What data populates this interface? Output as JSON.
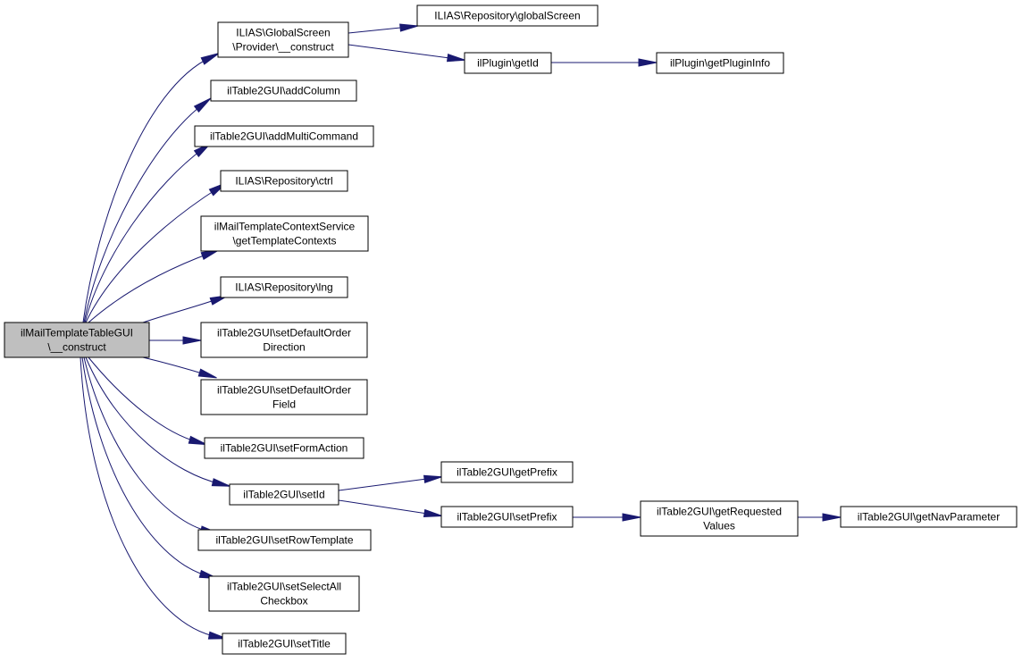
{
  "graph": {
    "nodes": [
      {
        "id": "root",
        "lines": [
          "ilMailTemplateTableGUI",
          "\\__construct"
        ],
        "highlighted": true
      },
      {
        "id": "gs_construct",
        "lines": [
          "ILIAS\\GlobalScreen",
          "\\Provider\\__construct"
        ]
      },
      {
        "id": "global_screen",
        "lines": [
          "ILIAS\\Repository\\globalScreen"
        ]
      },
      {
        "id": "plugin_getid",
        "lines": [
          "ilPlugin\\getId"
        ]
      },
      {
        "id": "plugin_info",
        "lines": [
          "ilPlugin\\getPluginInfo"
        ]
      },
      {
        "id": "add_column",
        "lines": [
          "ilTable2GUI\\addColumn"
        ]
      },
      {
        "id": "add_multi",
        "lines": [
          "ilTable2GUI\\addMultiCommand"
        ]
      },
      {
        "id": "repo_ctrl",
        "lines": [
          "ILIAS\\Repository\\ctrl"
        ]
      },
      {
        "id": "template_contexts",
        "lines": [
          "ilMailTemplateContextService",
          "\\getTemplateContexts"
        ]
      },
      {
        "id": "repo_lng",
        "lines": [
          "ILIAS\\Repository\\lng"
        ]
      },
      {
        "id": "order_dir",
        "lines": [
          "ilTable2GUI\\setDefaultOrder",
          "Direction"
        ]
      },
      {
        "id": "order_field",
        "lines": [
          "ilTable2GUI\\setDefaultOrder",
          "Field"
        ]
      },
      {
        "id": "form_action",
        "lines": [
          "ilTable2GUI\\setFormAction"
        ]
      },
      {
        "id": "set_id",
        "lines": [
          "ilTable2GUI\\setId"
        ]
      },
      {
        "id": "get_prefix",
        "lines": [
          "ilTable2GUI\\getPrefix"
        ]
      },
      {
        "id": "set_prefix",
        "lines": [
          "ilTable2GUI\\setPrefix"
        ]
      },
      {
        "id": "requested_values",
        "lines": [
          "ilTable2GUI\\getRequested",
          "Values"
        ]
      },
      {
        "id": "nav_param",
        "lines": [
          "ilTable2GUI\\getNavParameter"
        ]
      },
      {
        "id": "row_template",
        "lines": [
          "ilTable2GUI\\setRowTemplate"
        ]
      },
      {
        "id": "select_all",
        "lines": [
          "ilTable2GUI\\setSelectAll",
          "Checkbox"
        ]
      },
      {
        "id": "set_title",
        "lines": [
          "ilTable2GUI\\setTitle"
        ]
      }
    ],
    "edges": [
      {
        "from": "root",
        "to": "gs_construct"
      },
      {
        "from": "root",
        "to": "add_column"
      },
      {
        "from": "root",
        "to": "add_multi"
      },
      {
        "from": "root",
        "to": "repo_ctrl"
      },
      {
        "from": "root",
        "to": "template_contexts"
      },
      {
        "from": "root",
        "to": "repo_lng"
      },
      {
        "from": "root",
        "to": "order_dir"
      },
      {
        "from": "root",
        "to": "order_field"
      },
      {
        "from": "root",
        "to": "form_action"
      },
      {
        "from": "root",
        "to": "set_id"
      },
      {
        "from": "root",
        "to": "row_template"
      },
      {
        "from": "root",
        "to": "select_all"
      },
      {
        "from": "root",
        "to": "set_title"
      },
      {
        "from": "gs_construct",
        "to": "global_screen"
      },
      {
        "from": "gs_construct",
        "to": "plugin_getid"
      },
      {
        "from": "plugin_getid",
        "to": "plugin_info"
      },
      {
        "from": "set_id",
        "to": "get_prefix"
      },
      {
        "from": "set_id",
        "to": "set_prefix"
      },
      {
        "from": "set_prefix",
        "to": "requested_values"
      },
      {
        "from": "requested_values",
        "to": "nav_param"
      }
    ],
    "colors": {
      "edge": "#191970",
      "root_fill": "#bfbfbf",
      "node_fill": "#ffffff"
    }
  }
}
